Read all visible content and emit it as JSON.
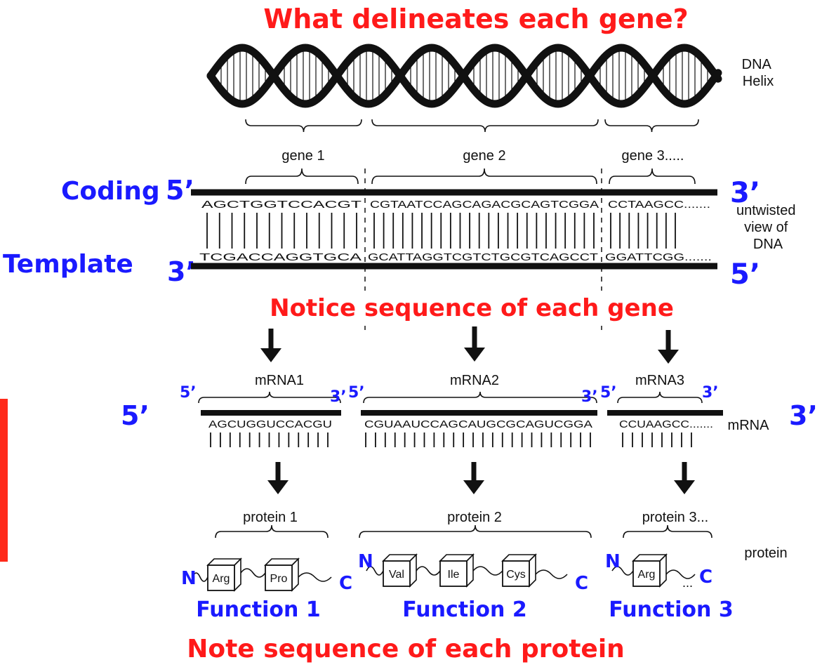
{
  "title": "What delineates each gene?",
  "helix_label": [
    "DNA",
    "Helix"
  ],
  "genes": [
    "gene 1",
    "gene 2",
    "gene 3....."
  ],
  "strands": {
    "coding_label": "Coding",
    "template_label": "Template",
    "coding_left_end": "5’",
    "coding_right_end": "3’",
    "template_left_end": "3’",
    "template_right_end": "5’",
    "coding_segments": [
      "AGCTGGTCCACGT",
      "CGTAATCCAGCAGACGCAGTCGGA",
      "CCTAAGCC......."
    ],
    "template_segments": [
      "TCGACCAGGTGCA",
      "GCATTAGGTCGTCTGCGTCAGCCT",
      "GGATTCGG......."
    ],
    "untwisted_label": [
      "untwisted",
      "view of",
      "DNA"
    ]
  },
  "notice_gene": "Notice sequence of each gene",
  "mrna": {
    "names": [
      "mRNA1",
      "mRNA2",
      "mRNA3"
    ],
    "sequences": [
      "AGCUGGUCCACGU",
      "CGUAAUCCAGCAUGCGCAGUCGGA",
      "CCUAAGCC......."
    ],
    "prime5": "5’",
    "prime3": "3’",
    "left_end": "5’",
    "right_end": "3’",
    "row_label": "mRNA"
  },
  "proteins": {
    "names": [
      "protein 1",
      "protein 2",
      "protein 3..."
    ],
    "residues": [
      [
        "Arg",
        "Pro"
      ],
      [
        "Val",
        "Ile",
        "Cys"
      ],
      [
        "Arg"
      ]
    ],
    "n_terminus": "N",
    "c_terminus": "C",
    "ellipsis": "...",
    "row_label": "protein"
  },
  "functions": [
    "Function 1",
    "Function 2",
    "Function 3"
  ],
  "footer": "Note sequence of each protein",
  "colors": {
    "red": "#ff1a1a",
    "blue": "#1a1aff",
    "black": "#111111",
    "side_bar": "#ff2a1a"
  }
}
